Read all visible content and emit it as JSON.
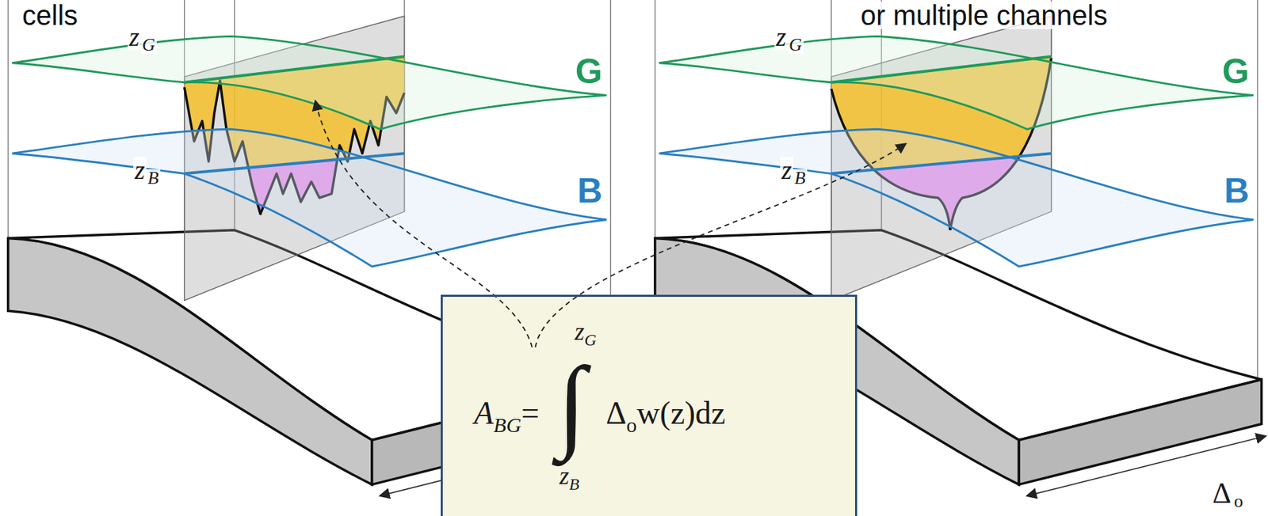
{
  "diagram": {
    "nodes": [
      {
        "text": [
          "A",
          "BG",
          "=",
          "∫",
          "z",
          "G",
          "z",
          "B",
          "Δ",
          "o",
          "w(z)dz"
        ]
      }
    ],
    "labels": [
      "cells",
      "or multiple channels",
      "z",
      "G",
      "G",
      "z",
      "B",
      "B",
      "z",
      "G",
      "G",
      "z",
      "B",
      "B",
      "Δ",
      "o"
    ]
  }
}
